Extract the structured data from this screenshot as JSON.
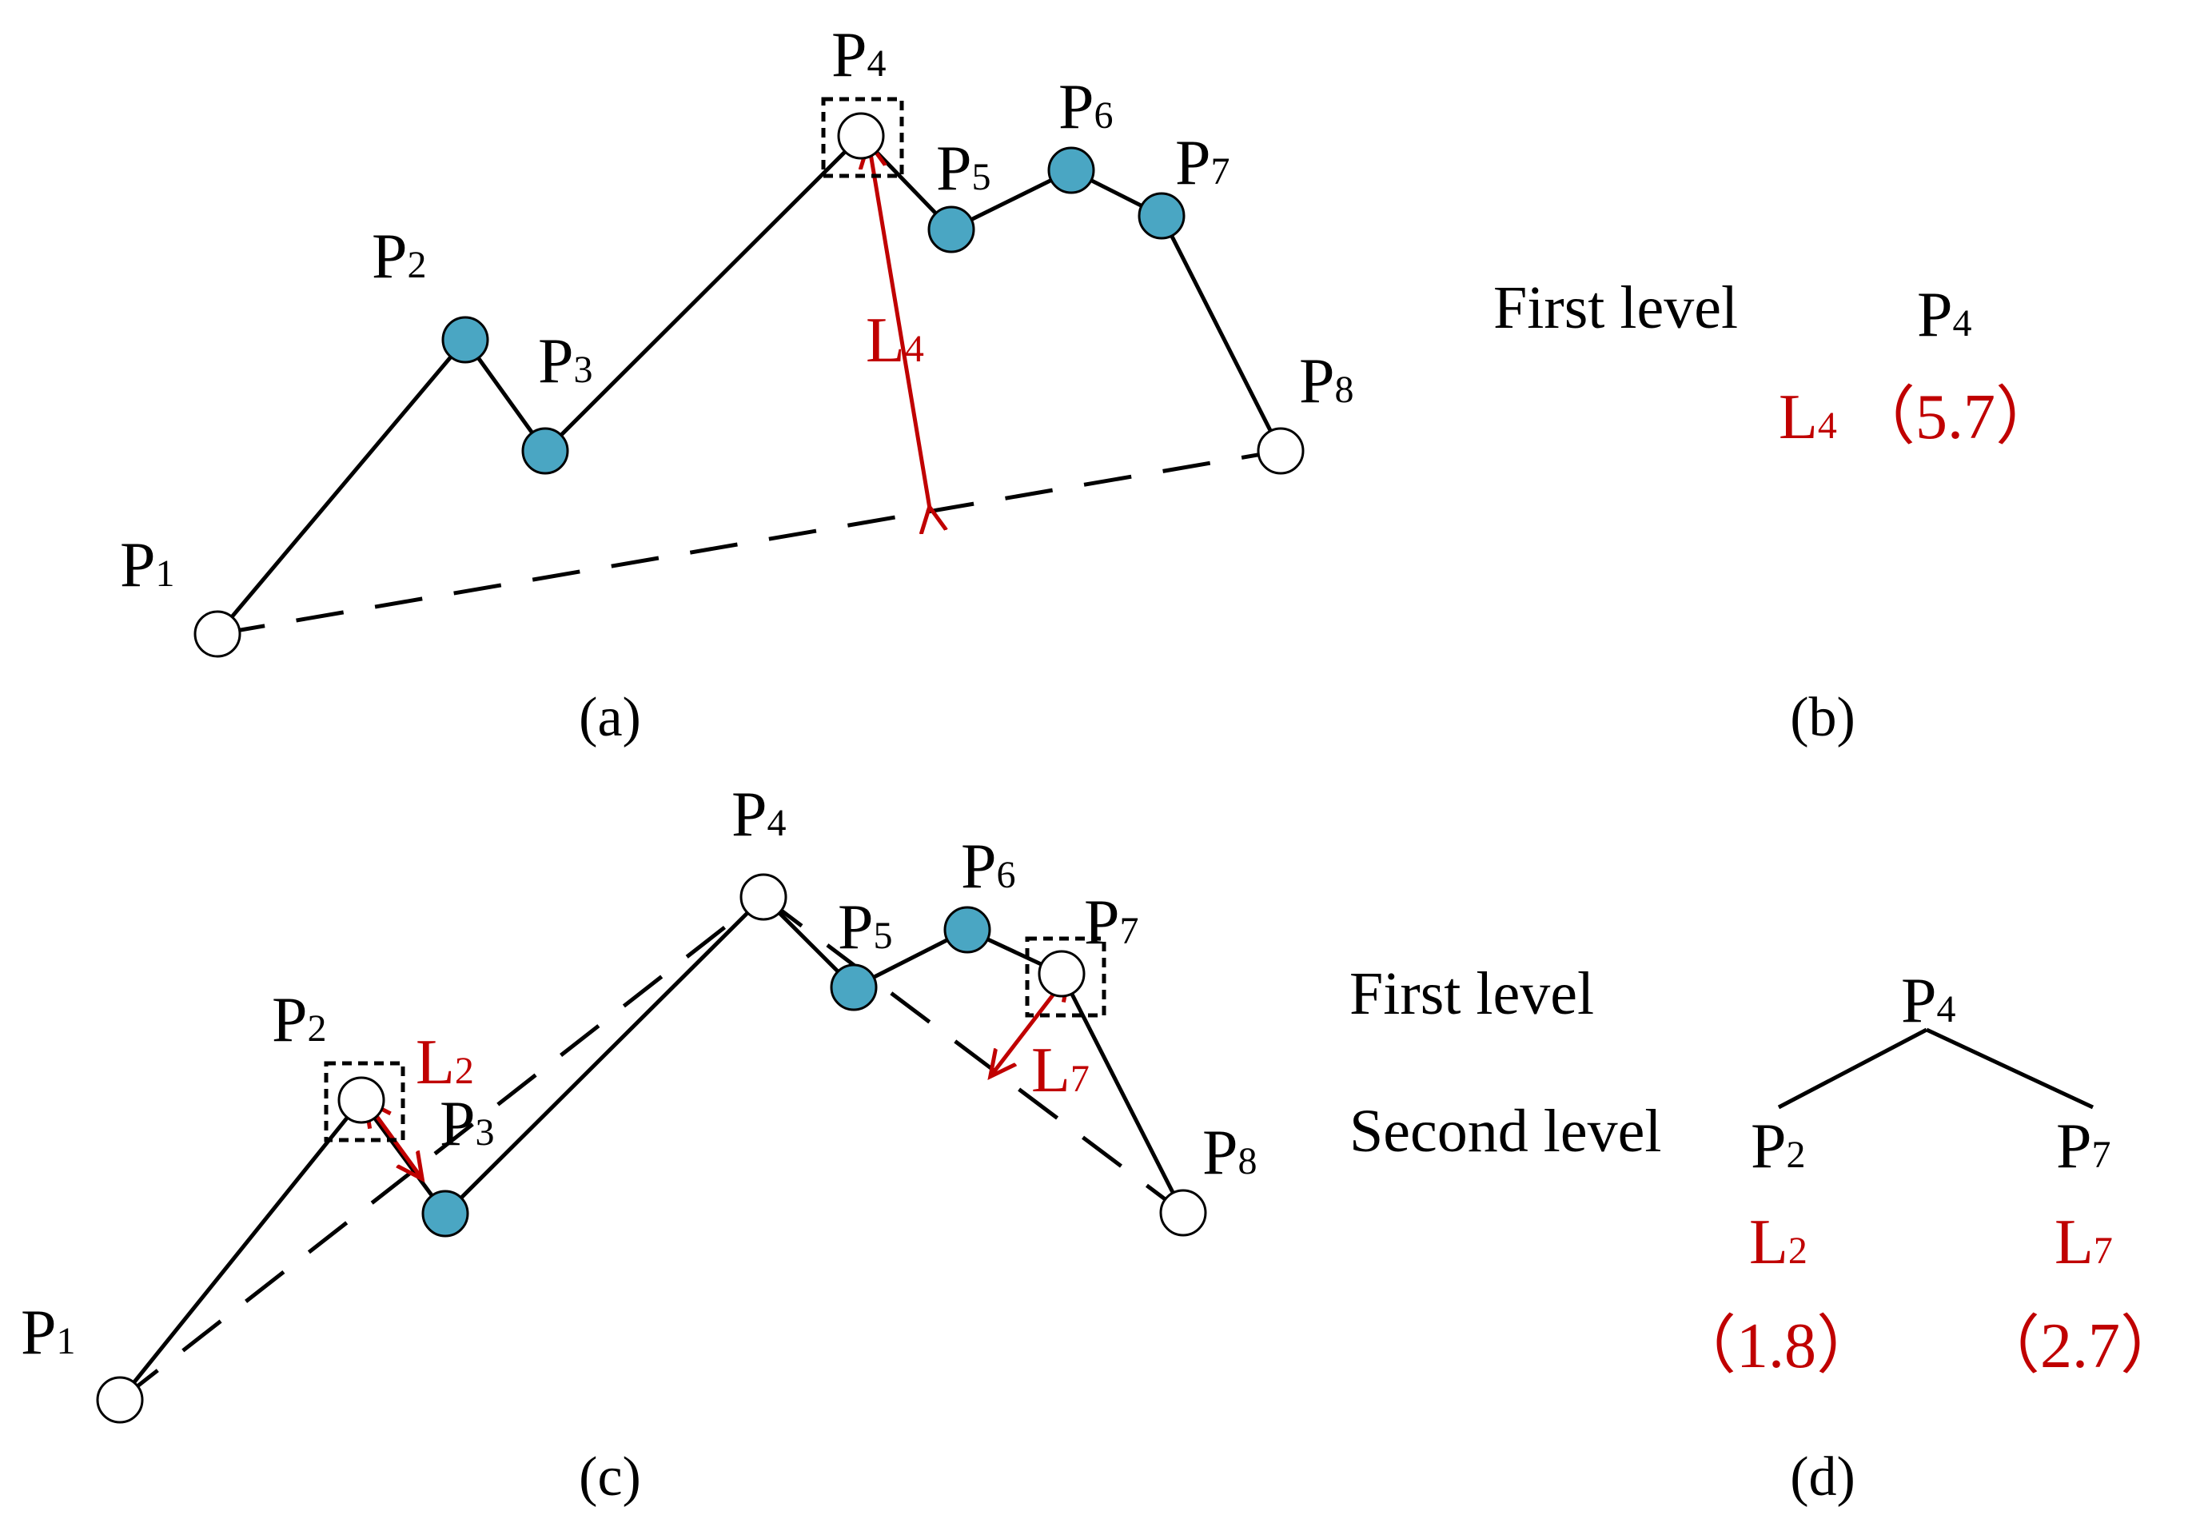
{
  "panels": {
    "a": {
      "caption": "(a)",
      "points": [
        "P1",
        "P2",
        "P3",
        "P4",
        "P5",
        "P6",
        "P7",
        "P8"
      ],
      "distance_label": "L4"
    },
    "b": {
      "caption": "(b)",
      "first_level_label": "First level",
      "root_node": "P4",
      "root_distance": "L4",
      "root_value": "（5.7）"
    },
    "c": {
      "caption": "(c)",
      "points": [
        "P1",
        "P2",
        "P3",
        "P4",
        "P5",
        "P6",
        "P7",
        "P8"
      ],
      "distance_labels": [
        "L2",
        "L7"
      ]
    },
    "d": {
      "caption": "(d)",
      "first_level_label": "First level",
      "second_level_label": "Second level",
      "root_node": "P4",
      "left_node": "P2",
      "right_node": "P7",
      "left_distance": "L2",
      "right_distance": "L7",
      "left_value": "（1.8）",
      "right_value": "（2.7）"
    }
  },
  "colors": {
    "node_fill": "#4aa6c3",
    "distance_red": "#c00000"
  }
}
